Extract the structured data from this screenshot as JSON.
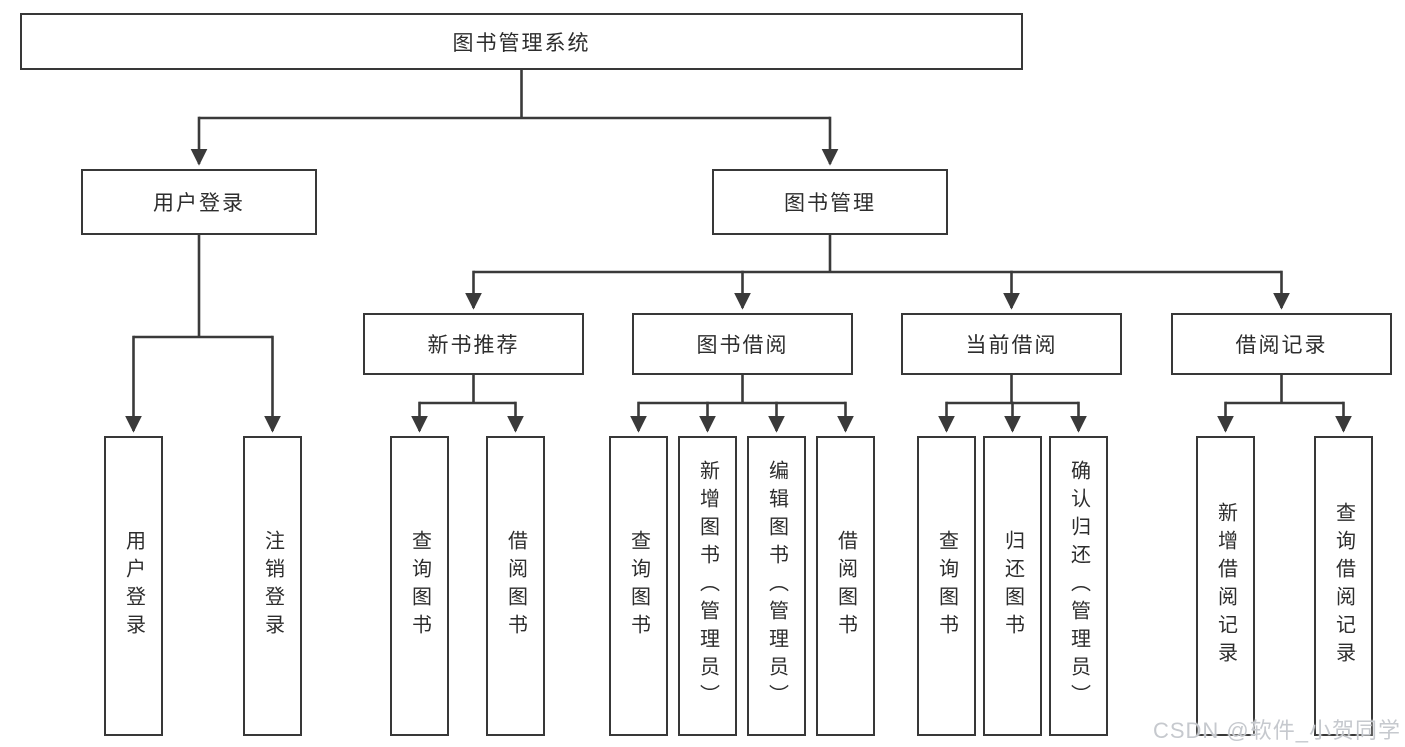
{
  "tree": {
    "root": "图书管理系统",
    "level2": [
      {
        "label": "用户登录"
      },
      {
        "label": "图书管理"
      }
    ],
    "level3": [
      {
        "label": "新书推荐"
      },
      {
        "label": "图书借阅"
      },
      {
        "label": "当前借阅"
      },
      {
        "label": "借阅记录"
      }
    ],
    "leafGroups": [
      {
        "items": [
          "用户登录",
          "注销登录"
        ]
      },
      {
        "items": [
          "查询图书",
          "借阅图书"
        ]
      },
      {
        "items": [
          "查询图书",
          "新增图书（管理员）",
          "编辑图书（管理员）",
          "借阅图书"
        ]
      },
      {
        "items": [
          "查询图书",
          "归还图书",
          "确认归还（管理员）"
        ]
      },
      {
        "items": [
          "新增借阅记录",
          "查询借阅记录"
        ]
      }
    ]
  },
  "watermark": "CSDN @软件_小贺同学",
  "colors": {
    "line": "#3a3a3a",
    "box_border": "#383838",
    "text": "#2d2d2d",
    "watermark_text": "#c6c9ce",
    "background": "#ffffff"
  }
}
